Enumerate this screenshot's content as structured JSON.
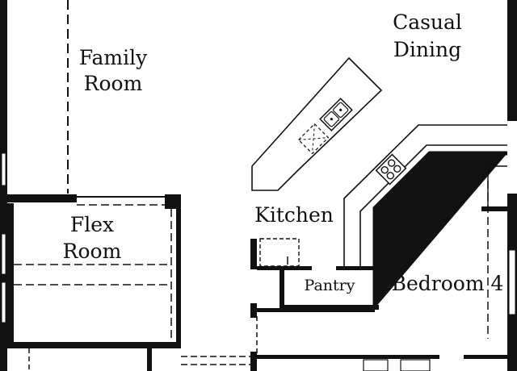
{
  "rooms": {
    "family_room": {
      "line1": "Family",
      "line2": "Room"
    },
    "casual_dining": {
      "line1": "Casual",
      "line2": "Dining"
    },
    "flex_room": {
      "line1": "Flex",
      "line2": "Room"
    },
    "kitchen": {
      "label": "Kitchen"
    },
    "pantry": {
      "label": "Pantry"
    },
    "bedroom_4": {
      "label": "Bedroom 4"
    }
  },
  "colors": {
    "ink": "#111111",
    "background": "#ffffff"
  },
  "icons": [
    "sink-icon",
    "cooktop-icon",
    "dishwasher-icon",
    "pantry-shelf-icon"
  ]
}
